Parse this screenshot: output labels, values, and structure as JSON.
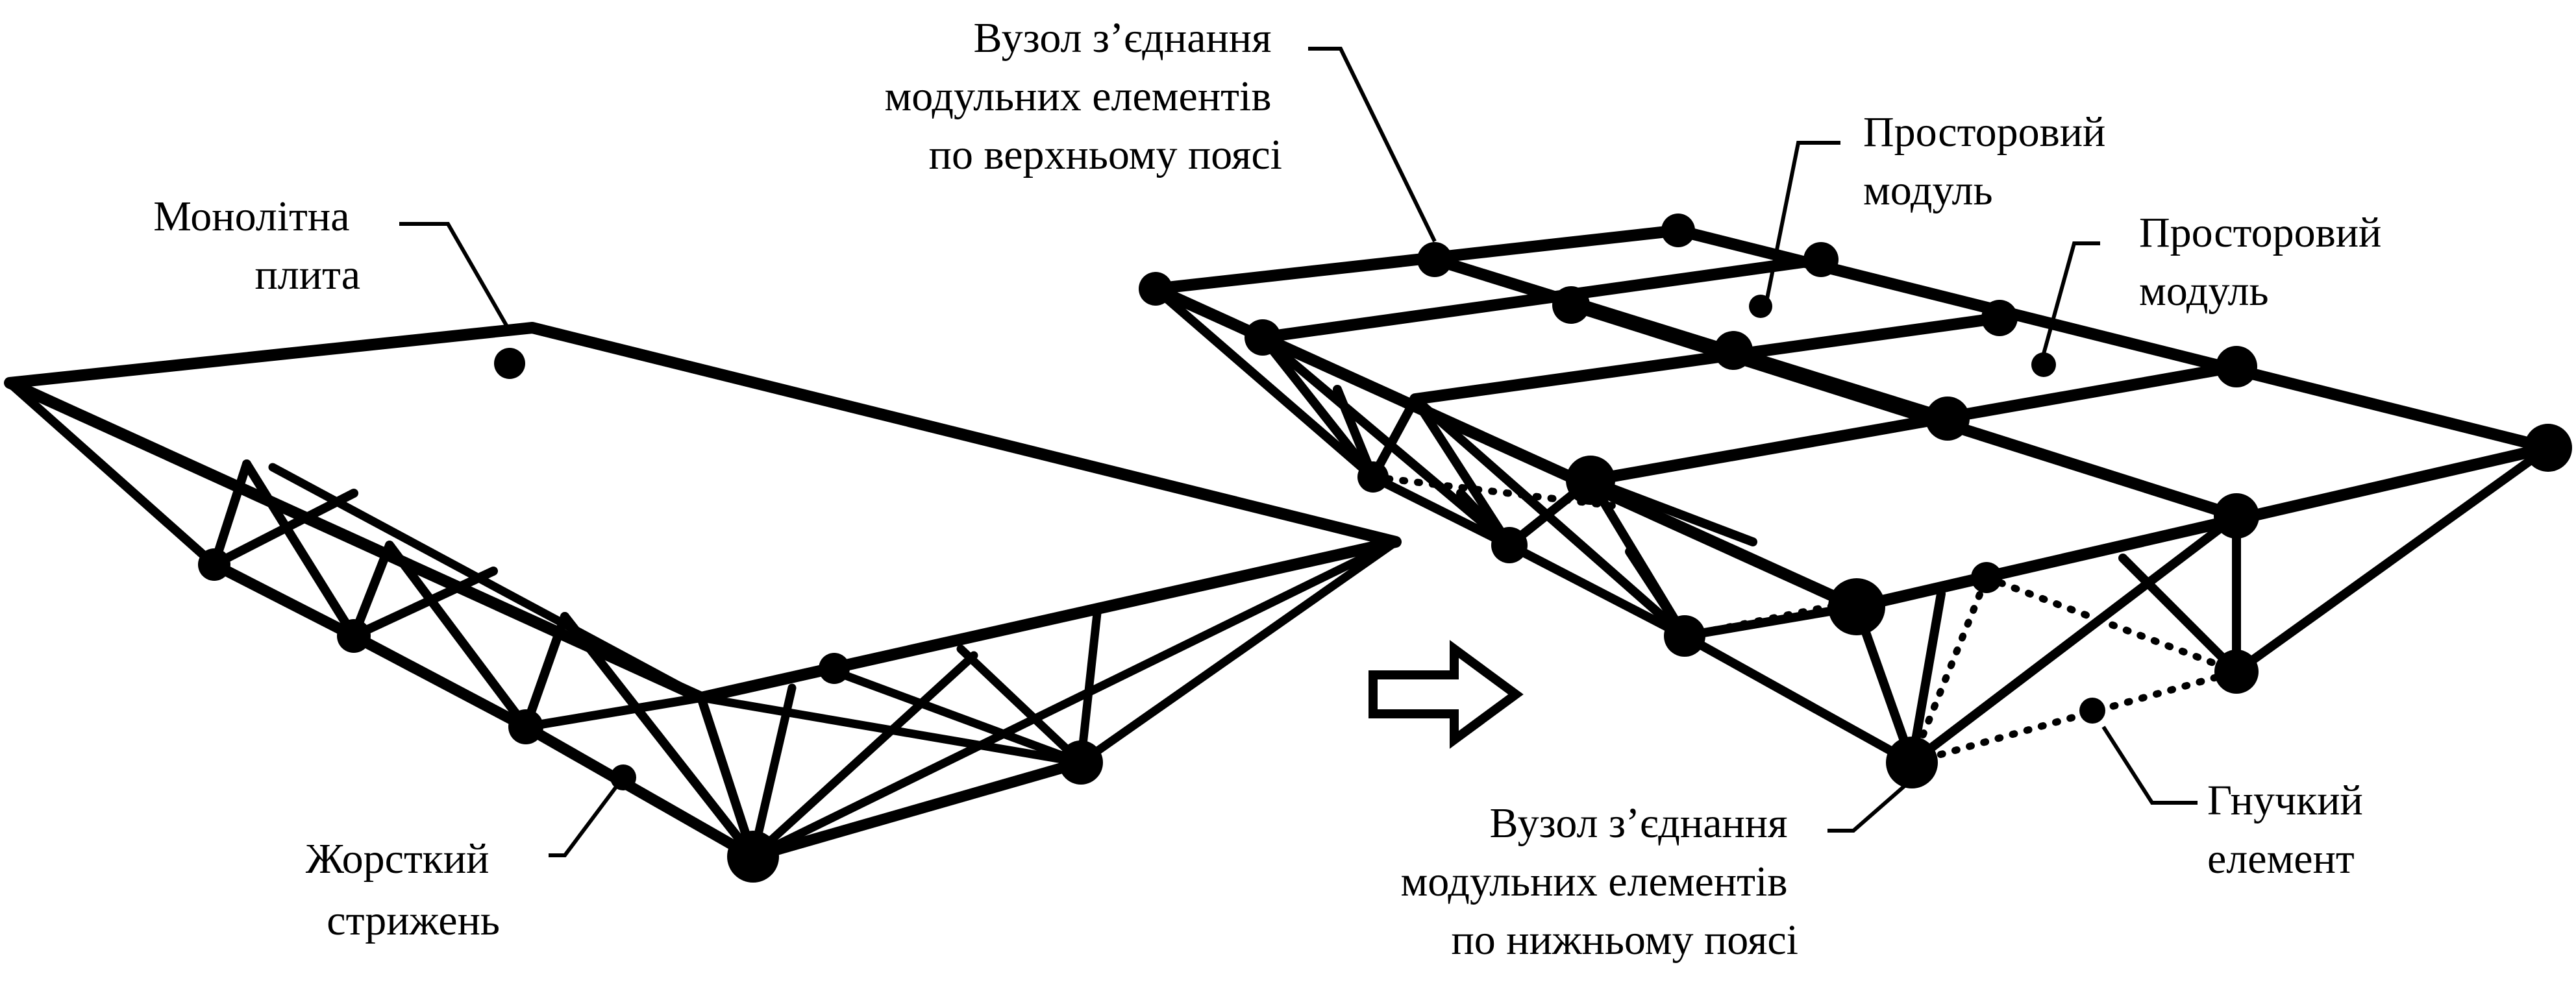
{
  "colors": {
    "ink": "#000000",
    "background": "#ffffff"
  },
  "labels": {
    "monolithic_slab": [
      "Монолітна",
      "плита"
    ],
    "rigid_rod": [
      "Жорсткий",
      "стрижень"
    ],
    "top_chord_node": [
      "Вузол з’єднання",
      "модульних елементів",
      "по верхньому поясі"
    ],
    "spatial_module_1": [
      "Просторовий",
      "модуль"
    ],
    "spatial_module_2": [
      "Просторовий",
      "модуль"
    ],
    "bottom_chord_node": [
      "Вузол з’єднання",
      "модульних елементів",
      "по нижньому поясі"
    ],
    "flexible_element": [
      "Гнучкий",
      "елемент"
    ]
  },
  "arrow": {
    "icon": "hollow-right-arrow-icon"
  }
}
